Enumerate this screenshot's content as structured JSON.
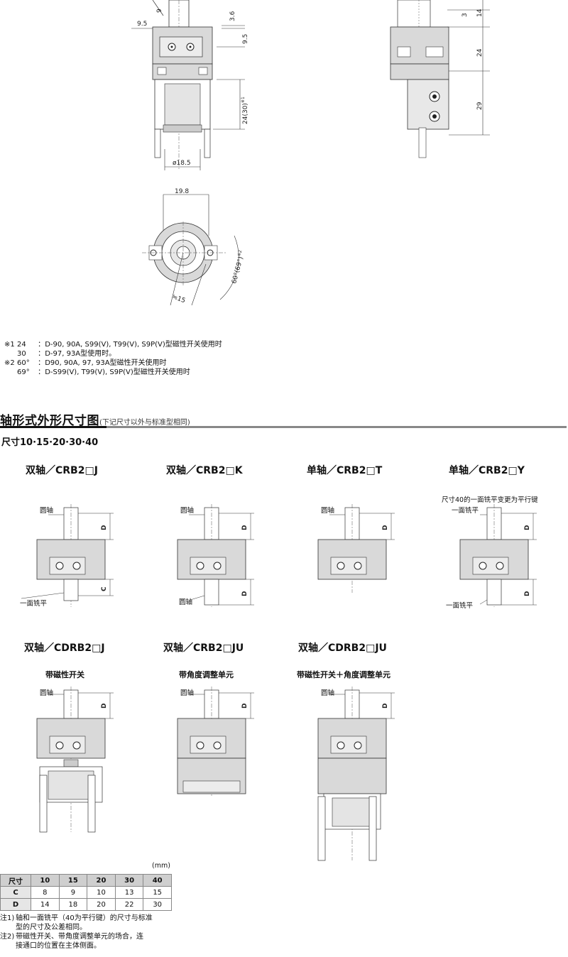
{
  "top_drawing": {
    "dim_9": "9",
    "dim_9_5_left": "9.5",
    "dim_3_6": "3.6",
    "dim_9_5_right": "9.5",
    "dim_24_30": "24(30)",
    "dim_24_30_note": "※1",
    "dim_dia_18_5": "ø18.5",
    "right_dim_3": "3",
    "right_dim_14": "14",
    "right_dim_24": "24",
    "right_dim_29": "29"
  },
  "bottom_view": {
    "dim_19_8": "19.8",
    "dim_approx_15": "≒15",
    "dim_angle": "60°(69°)",
    "dim_angle_note": "※2"
  },
  "notes": [
    {
      "mark": "※1",
      "value": "24",
      "text": "D-90, 90A, S99(V), T99(V), S9P(V)型磁性开关使用时"
    },
    {
      "mark": "",
      "value": "30",
      "text": "D-97, 93A型使用时。"
    },
    {
      "mark": "※2",
      "value": "60°",
      "text": "D90, 90A, 97, 93A型磁性开关使用时"
    },
    {
      "mark": "",
      "value": "69°",
      "text": "D-S99(V), T99(V), S9P(V)型磁性开关使用时"
    }
  ],
  "section": {
    "title": "轴形式外形尺寸图",
    "subtitle": "(下记尺寸以外与标准型相同)",
    "size_label": "尺寸10·15·20·30·40"
  },
  "variants_row1": [
    {
      "title": "双轴／CRB2□J",
      "callout_top": "圆轴",
      "callout_bottom": "一面铣平",
      "dim_top": "D",
      "dim_bottom": "C"
    },
    {
      "title": "双轴／CRB2□K",
      "callout_top": "圆轴",
      "callout_bottom": "圆轴",
      "dim_top": "D",
      "dim_bottom": "D"
    },
    {
      "title": "单轴／CRB2□T",
      "callout_top": "圆轴",
      "dim_top": "D"
    },
    {
      "title": "单轴／CRB2□Y",
      "note": "尺寸40的一面铣平变更为平行键",
      "callout_top": "一面铣平",
      "callout_bottom": "一面铣平",
      "dim_top": "D",
      "dim_bottom": "D"
    }
  ],
  "variants_row2": [
    {
      "title": "双轴／CDRB2□J",
      "subtitle": "带磁性开关",
      "callout_top": "圆轴",
      "dim_top": "D"
    },
    {
      "title": "双轴／CRB2□JU",
      "subtitle": "带角度调整单元",
      "callout_top": "圆轴",
      "dim_top": "D"
    },
    {
      "title": "双轴／CDRB2□JU",
      "subtitle": "带磁性开关＋角度调整单元",
      "callout_top": "圆轴",
      "dim_top": "D"
    }
  ],
  "table": {
    "unit": "(mm)",
    "headers": [
      "尺寸",
      "10",
      "15",
      "20",
      "30",
      "40"
    ],
    "rows": [
      {
        "label": "C",
        "values": [
          "8",
          "9",
          "10",
          "13",
          "15"
        ]
      },
      {
        "label": "D",
        "values": [
          "14",
          "18",
          "20",
          "22",
          "30"
        ]
      }
    ]
  },
  "footnotes": [
    {
      "mark": "注1)",
      "text": "轴和一面铣平（40为平行键）的尺寸与标准\n型的尺寸及公差相同。"
    },
    {
      "mark": "注2)",
      "text": "带磁性开关、带角度调整单元的场合，连\n接通口的位置在主体侧面。"
    }
  ],
  "colors": {
    "rule_gray": "#888888",
    "fill_gray": "#d9d9d9",
    "table_head": "#cfcfcf"
  }
}
